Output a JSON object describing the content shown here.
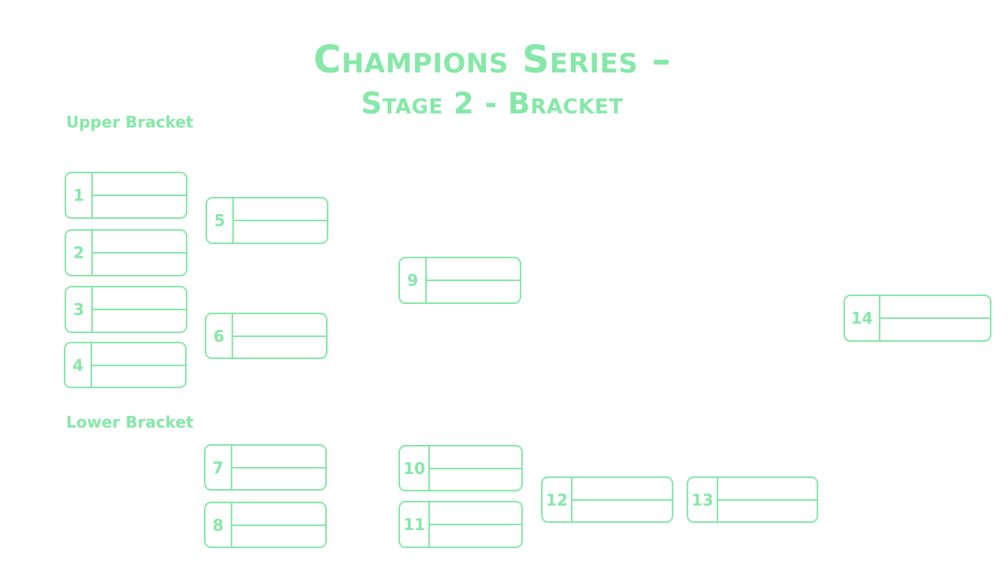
{
  "title": {
    "line1": "Champions Series –",
    "line2": "Stage 2 - Bracket"
  },
  "sections": {
    "upper": "Upper Bracket",
    "lower": "Lower Bracket"
  },
  "colors": {
    "accent": "#86e8a8",
    "background": "#ffffff"
  },
  "matches": [
    {
      "number": "1",
      "bracket": "upper"
    },
    {
      "number": "2",
      "bracket": "upper"
    },
    {
      "number": "3",
      "bracket": "upper"
    },
    {
      "number": "4",
      "bracket": "upper"
    },
    {
      "number": "5",
      "bracket": "upper"
    },
    {
      "number": "6",
      "bracket": "upper"
    },
    {
      "number": "7",
      "bracket": "lower"
    },
    {
      "number": "8",
      "bracket": "lower"
    },
    {
      "number": "9",
      "bracket": "upper"
    },
    {
      "number": "10",
      "bracket": "lower"
    },
    {
      "number": "11",
      "bracket": "lower"
    },
    {
      "number": "12",
      "bracket": "lower"
    },
    {
      "number": "13",
      "bracket": "lower"
    },
    {
      "number": "14",
      "bracket": "final"
    }
  ]
}
